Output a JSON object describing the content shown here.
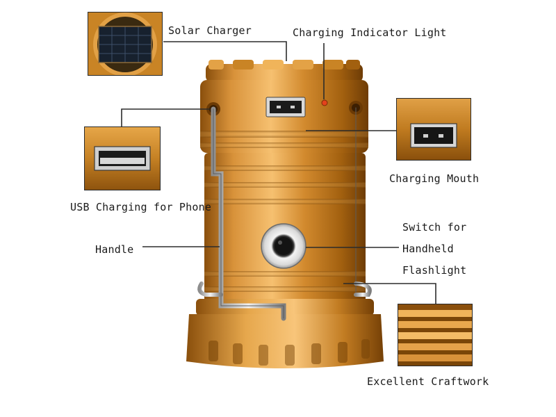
{
  "callouts": {
    "solar_charger": "Solar Charger",
    "charging_indicator_light": "Charging Indicator Light",
    "charging_mouth": "Charging Mouth",
    "usb_charging": "USB Charging for Phone",
    "handle": "Handle",
    "switch_line1": "Switch for",
    "switch_line2": "Handheld",
    "switch_line3": "Flashlight",
    "craftwork": "Excellent Craftwork"
  },
  "colors": {
    "gold_light": "#f0b45a",
    "gold_mid": "#c98425",
    "gold_dark": "#7a4608",
    "leader_line": "#2b2b2b",
    "indicator_red": "#e4421c"
  }
}
